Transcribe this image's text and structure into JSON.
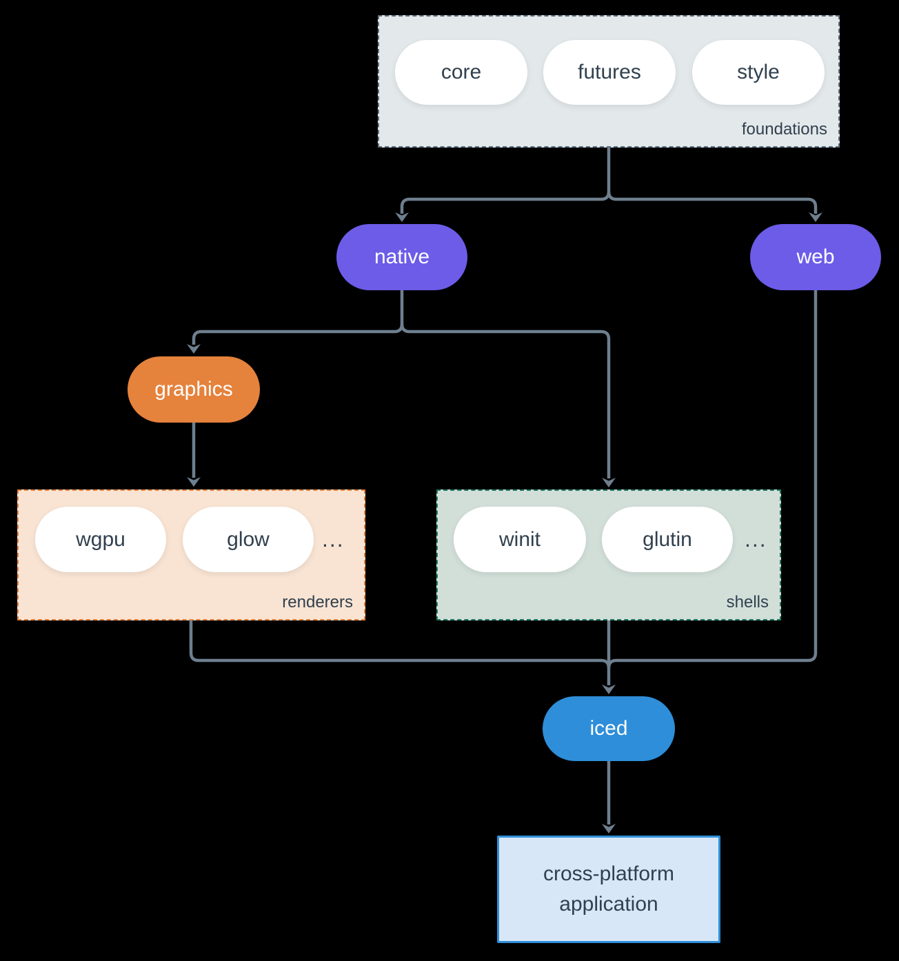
{
  "colors": {
    "background": "#000000",
    "line": "#6e7f8f",
    "pill_fill": "#ffffff",
    "dark_text": "#31404e",
    "light_text": "#ffffff",
    "foundations_fill": "#e3e8ea",
    "foundations_border": "#5d7080",
    "purple": "#6c5ce8",
    "orange": "#e5823c",
    "renderers_fill": "#f9e4d3",
    "shells_fill": "#d2dfd9",
    "shells_border": "#1e7a64",
    "blue": "#2e8ed9",
    "app_fill": "#d8e7f7"
  },
  "foundations": {
    "label": "foundations",
    "pills": [
      "core",
      "futures",
      "style"
    ]
  },
  "nodes": {
    "native": "native",
    "web": "web",
    "graphics": "graphics",
    "iced": "iced"
  },
  "renderers": {
    "label": "renderers",
    "pills": [
      "wgpu",
      "glow"
    ],
    "more": "..."
  },
  "shells": {
    "label": "shells",
    "pills": [
      "winit",
      "glutin"
    ],
    "more": "..."
  },
  "application": {
    "line1": "cross-platform",
    "line2": "application"
  }
}
